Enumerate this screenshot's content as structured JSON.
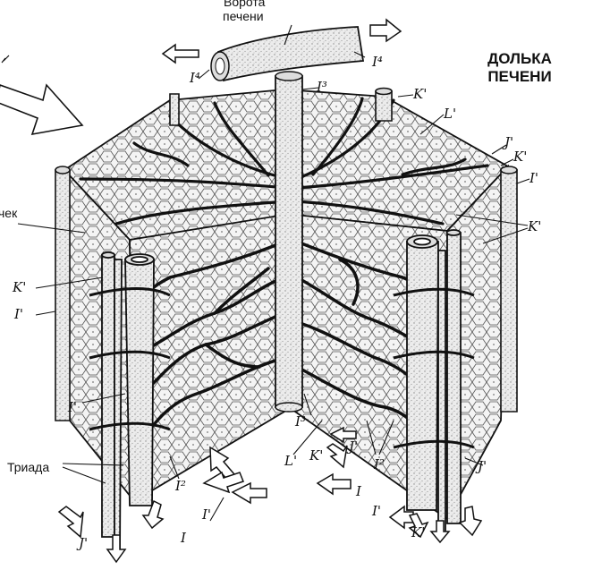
{
  "title": [
    "ДОЛЬКА",
    "ПЕЧЕНИ"
  ],
  "labels": {
    "gate_line1": "Ворота",
    "gate_line2": "печени",
    "duct_partial": "чек",
    "triad": "Триада"
  },
  "marks": {
    "I": "I",
    "I_prime": "I'",
    "I2": "I²",
    "I3": "I³",
    "I4": "I⁴",
    "K_prime": "K'",
    "L_prime": "L'",
    "J_prime": "J'"
  },
  "colors": {
    "ink": "#111111",
    "paper": "#ffffff",
    "tissue": "#f3f3f3",
    "stipple": "#9a9a9a"
  },
  "icons": [
    "arrow-icon"
  ]
}
